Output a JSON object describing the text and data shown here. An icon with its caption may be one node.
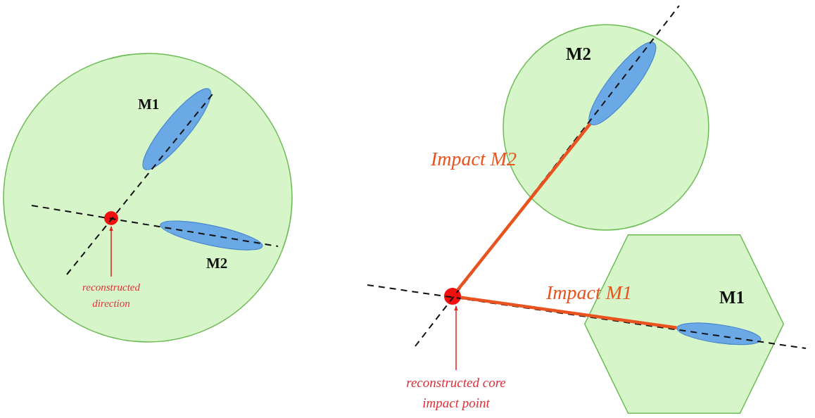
{
  "diagram": {
    "nodes": [
      {
        "text": [],
        "shape": "circle"
      },
      {
        "text": [
          "M1"
        ],
        "in": 0
      },
      {
        "text": [
          "M2"
        ],
        "in": 0
      },
      {
        "text": [],
        "shape": "circle",
        "in": 0
      },
      {
        "text": [
          "reconstructed direction"
        ],
        "in": 0
      },
      {
        "text": [],
        "shape": "circle"
      },
      {
        "text": [
          "M2"
        ],
        "in": 5
      },
      {
        "text": [],
        "shape": "hexagon"
      },
      {
        "text": [
          "M1"
        ],
        "in": 7
      },
      {
        "text": [],
        "shape": "circle"
      },
      {
        "text": [
          "reconstructed core impact point"
        ]
      }
    ],
    "edges": [
      {
        "from": 4,
        "to": 3,
        "arrow": "to",
        "color": "#e0201b"
      },
      {
        "from": 10,
        "to": 9,
        "arrow": "to",
        "color": "#e0201b"
      },
      {
        "from": 9,
        "to": 6,
        "arrow": "none",
        "label": "Impact M2",
        "style": "thick",
        "color": "#e8531f"
      },
      {
        "from": 9,
        "to": 8,
        "arrow": "none",
        "label": "Impact M1",
        "style": "thick",
        "color": "#e8531f"
      }
    ]
  }
}
